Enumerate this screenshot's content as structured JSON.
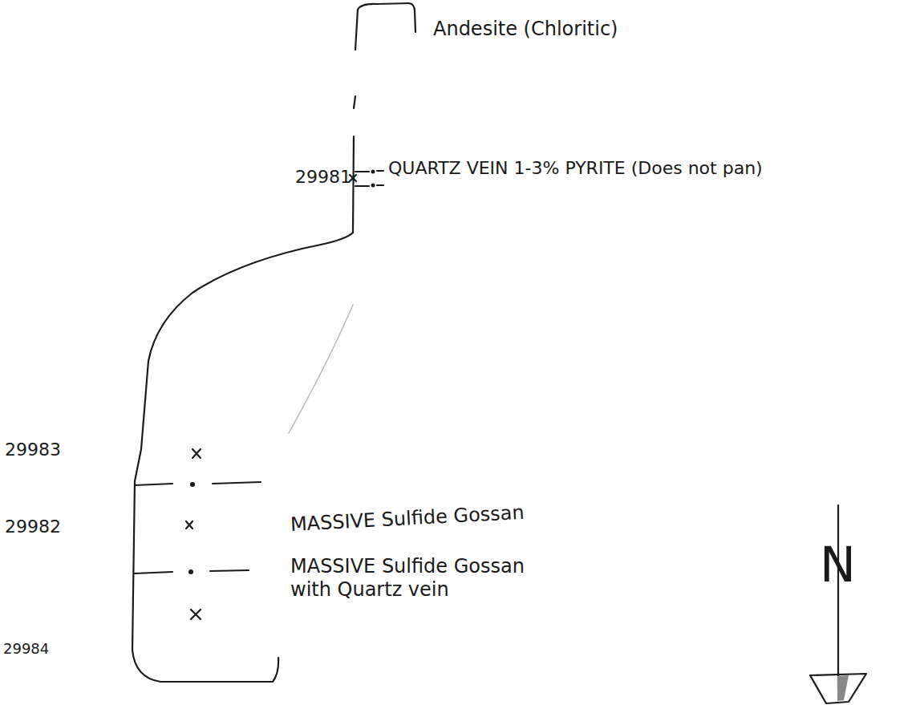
{
  "diagram": {
    "labels": [
      "Andesite (Chloritic)",
      "29981",
      "QUARTZ VEIN 1-3% PYRITE (Does not pan)",
      "29983",
      "29982",
      "MASSIVE Sulfide Gossan",
      "MASSIVE Sulfide Gossan with Quartz vein",
      "29984",
      "N"
    ]
  }
}
